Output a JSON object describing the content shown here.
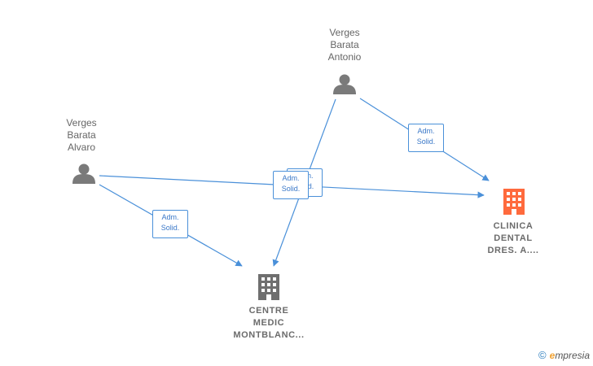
{
  "persons": [
    {
      "id": "antonio",
      "name_lines": [
        "Verges",
        "Barata",
        "Antonio"
      ],
      "icon": "person-icon"
    },
    {
      "id": "alvaro",
      "name_lines": [
        "Verges",
        "Barata",
        "Alvaro"
      ],
      "icon": "person-icon"
    }
  ],
  "companies": [
    {
      "id": "clinica",
      "name_lines": [
        "CLINICA",
        "DENTAL",
        "DRES. A...."
      ],
      "icon": "building-icon",
      "color": "#ff6a3d"
    },
    {
      "id": "centre",
      "name_lines": [
        "CENTRE",
        "MEDIC",
        "MONTBLANC..."
      ],
      "icon": "building-icon",
      "color": "#6f6f6f"
    }
  ],
  "edges": [
    {
      "from": "antonio",
      "to": "clinica",
      "label_lines": [
        "Adm.",
        "Solid."
      ]
    },
    {
      "from": "antonio",
      "to": "centre",
      "label_lines": [
        "Adm.",
        "Solid."
      ]
    },
    {
      "from": "alvaro",
      "to": "clinica",
      "label_lines": [
        "Adm.",
        "Solid."
      ]
    },
    {
      "from": "alvaro",
      "to": "centre",
      "label_lines": [
        "Adm.",
        "Solid."
      ]
    }
  ],
  "colors": {
    "edge": "#4a90d9",
    "person_icon": "#7a7a7a",
    "label_text": "#666666"
  },
  "footer": {
    "copyright_symbol": "©",
    "brand_initial": "e",
    "brand_rest": "mpresia"
  }
}
